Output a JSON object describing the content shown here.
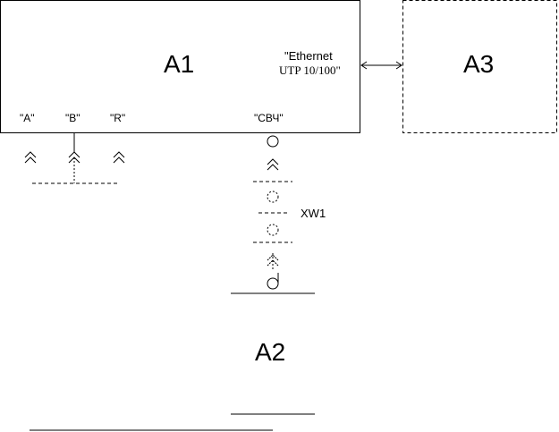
{
  "blocks": {
    "a1": "A1",
    "a2": "A2",
    "a3": "A3"
  },
  "ports": {
    "a": "\"A\"",
    "b": "\"B\"",
    "r": "\"R\"",
    "svch": "\"СВЧ\""
  },
  "ethernet": {
    "line1": "\"Ethernet",
    "line2": "UTP 10/100\""
  },
  "connector": {
    "label": "XW1"
  }
}
